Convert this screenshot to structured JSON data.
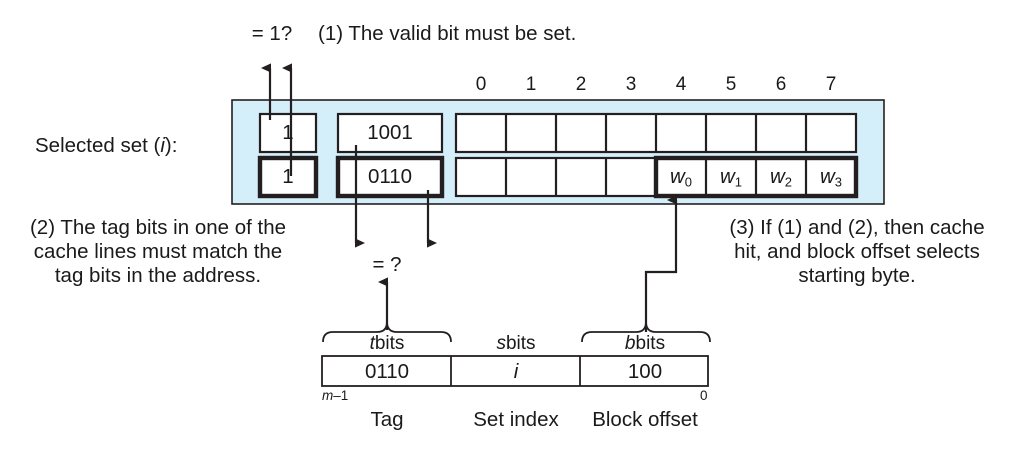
{
  "diagram": {
    "title": "Set-associative cache lookup",
    "colors": {
      "set_highlight": "#d4eefa",
      "stroke": "#231f20",
      "text": "#1a1a1a",
      "background": "#ffffff"
    },
    "annotations": {
      "valid_check": "= 1?",
      "step1": "(1) The valid bit must be set.",
      "step2": "(2) The tag bits in one of the cache lines must match the tag bits in the address.",
      "step3": "(3) If (1) and (2), then cache hit, and block offset selects starting byte.",
      "tag_compare": "= ?"
    },
    "selected_set_label": "Selected set (i):",
    "selected_set_label_plain": "Selected set (",
    "selected_set_label_italic": "i",
    "selected_set_label_tail": "):",
    "byte_column_headers": [
      "0",
      "1",
      "2",
      "3",
      "4",
      "5",
      "6",
      "7"
    ],
    "cache_lines": [
      {
        "valid": "1",
        "tag": "1001",
        "highlighted": false,
        "bytes": [
          "",
          "",
          "",
          "",
          "",
          "",
          "",
          ""
        ]
      },
      {
        "valid": "1",
        "tag": "0110",
        "highlighted": true,
        "bytes": [
          "",
          "",
          "",
          "",
          "w0",
          "w1",
          "w2",
          "w3"
        ]
      }
    ],
    "word_labels": [
      {
        "base": "w",
        "sub": "0"
      },
      {
        "base": "w",
        "sub": "1"
      },
      {
        "base": "w",
        "sub": "2"
      },
      {
        "base": "w",
        "sub": "3"
      }
    ],
    "address": {
      "field_widths_label": [
        "t bits",
        "s bits",
        "b bits"
      ],
      "field_width_italic": [
        "t",
        "s",
        "b"
      ],
      "field_width_unit": "bits",
      "values": [
        "0110",
        "i",
        "100"
      ],
      "value_is_italic": [
        false,
        true,
        false
      ],
      "names": [
        "Tag",
        "Set index",
        "Block offset"
      ],
      "msb_label": "m–1",
      "msb_label_italic": "m",
      "msb_label_tail": "–1",
      "lsb_label": "0"
    }
  }
}
